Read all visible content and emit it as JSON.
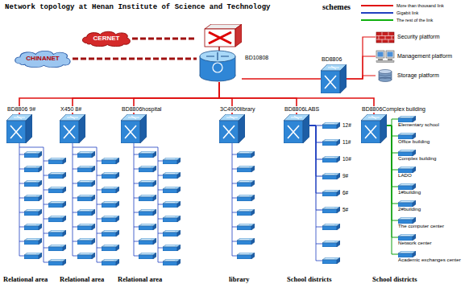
{
  "diagram": {
    "title": "Network topology at Henan Institute of Science and Technology",
    "nodes": [
      {
        "text": [
          "CERNET"
        ]
      },
      {
        "text": [
          "CHINANET"
        ]
      },
      {
        "text": [
          "BD10808"
        ]
      },
      {
        "text": [
          "Security platform"
        ]
      },
      {
        "text": [
          "Management platform"
        ]
      },
      {
        "text": [
          "Storage platform"
        ]
      },
      {
        "text": [
          "BD8806"
        ]
      },
      {
        "text": [
          "BD8806 9#"
        ]
      },
      {
        "text": [
          "X450 8#"
        ]
      },
      {
        "text": [
          "BD8806hospital"
        ]
      },
      {
        "text": [
          "3C4900library"
        ]
      },
      {
        "text": [
          "BD8806LABS"
        ]
      },
      {
        "text": [
          "BD8806Complex building"
        ]
      },
      {
        "text": [
          "12#"
        ]
      },
      {
        "text": [
          "11#"
        ]
      },
      {
        "text": [
          "10#"
        ]
      },
      {
        "text": [
          "9#"
        ]
      },
      {
        "text": [
          "6#"
        ]
      },
      {
        "text": [
          "5#"
        ]
      },
      {
        "text": [
          "Elementary school"
        ]
      },
      {
        "text": [
          "Office building"
        ]
      },
      {
        "text": [
          "Complex building"
        ]
      },
      {
        "text": [
          "LADO"
        ]
      },
      {
        "text": [
          "1#building"
        ]
      },
      {
        "text": [
          "2#building"
        ]
      },
      {
        "text": [
          "The computer center"
        ]
      },
      {
        "text": [
          "Network center"
        ]
      },
      {
        "text": [
          "Academic exchanges center"
        ]
      }
    ],
    "edges": [
      {
        "from": 0,
        "to": 2,
        "arrow": "none"
      },
      {
        "from": 1,
        "to": 2,
        "arrow": "none"
      },
      {
        "from": 2,
        "to": 6,
        "arrow": "none"
      },
      {
        "from": 6,
        "to": 3,
        "arrow": "none"
      },
      {
        "from": 6,
        "to": 4,
        "arrow": "none"
      },
      {
        "from": 6,
        "to": 5,
        "arrow": "none"
      },
      {
        "from": 2,
        "to": 7,
        "arrow": "none"
      },
      {
        "from": 2,
        "to": 8,
        "arrow": "none"
      },
      {
        "from": 2,
        "to": 9,
        "arrow": "none"
      },
      {
        "from": 2,
        "to": 10,
        "arrow": "none"
      },
      {
        "from": 2,
        "to": 11,
        "arrow": "none"
      },
      {
        "from": 2,
        "to": 12,
        "arrow": "none"
      },
      {
        "from": 11,
        "to": 13,
        "arrow": "none"
      },
      {
        "from": 11,
        "to": 14,
        "arrow": "none"
      },
      {
        "from": 11,
        "to": 15,
        "arrow": "none"
      },
      {
        "from": 11,
        "to": 16,
        "arrow": "none"
      },
      {
        "from": 11,
        "to": 17,
        "arrow": "none"
      },
      {
        "from": 11,
        "to": 18,
        "arrow": "none"
      },
      {
        "from": 12,
        "to": 19,
        "arrow": "none"
      },
      {
        "from": 12,
        "to": 20,
        "arrow": "none"
      },
      {
        "from": 12,
        "to": 21,
        "arrow": "none"
      },
      {
        "from": 12,
        "to": 22,
        "arrow": "none"
      },
      {
        "from": 12,
        "to": 23,
        "arrow": "none"
      },
      {
        "from": 12,
        "to": 24,
        "arrow": "none"
      },
      {
        "from": 12,
        "to": 25,
        "arrow": "none"
      },
      {
        "from": 12,
        "to": 26,
        "arrow": "none"
      },
      {
        "from": 12,
        "to": 27,
        "arrow": "none"
      }
    ],
    "labels": [
      "schemes",
      "Relational area",
      "Relational area",
      "Relational area",
      "library",
      "School districts",
      "School districts"
    ],
    "legend": [
      {
        "text": "More than thousand link"
      },
      {
        "text": "Gigabit link"
      },
      {
        "text": "The rest of the link"
      }
    ]
  }
}
